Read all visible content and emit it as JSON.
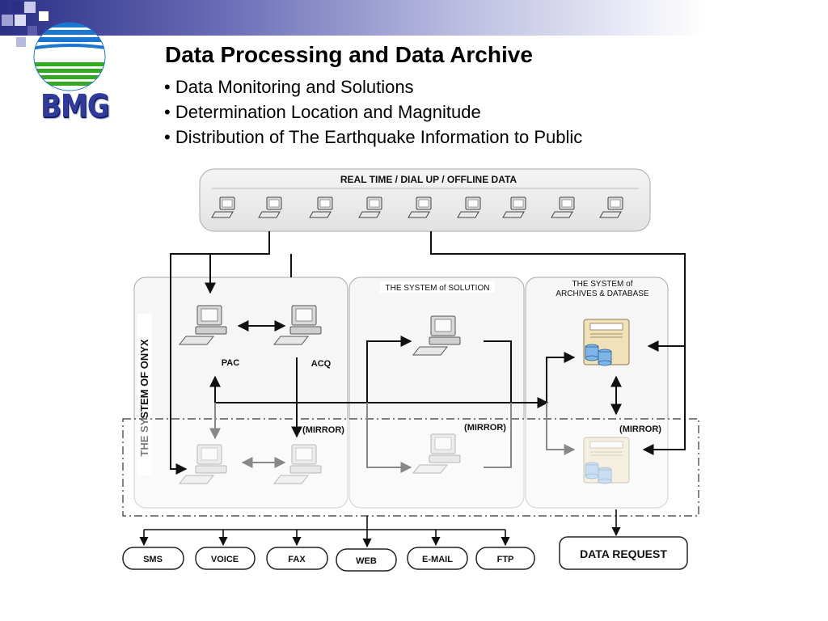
{
  "logo": {
    "text": "BMG"
  },
  "slide": {
    "title": "Data Processing and Data Archive",
    "bullets": [
      "Data Monitoring and Solutions",
      "Determination Location and Magnitude",
      "Distribution of The Earthquake Information to Public"
    ]
  },
  "diagram": {
    "realtime_label": "REAL TIME / DIAL UP / OFFLINE DATA",
    "onyx_label": "THE SYSTEM OF ONYX",
    "solution_label": "THE SYSTEM of SOLUTION",
    "archives_label_line1": "THE SYSTEM of",
    "archives_label_line2": "ARCHIVES & DATABASE",
    "pac_label": "PAC",
    "acq_label": "ACQ",
    "mirror_label": "(MIRROR)",
    "outputs": [
      "SMS",
      "VOICE",
      "FAX",
      "WEB",
      "E-MAIL",
      "FTP"
    ],
    "data_request_label": "DATA REQUEST"
  },
  "colors": {
    "brand_blue": "#2f3b9c",
    "logo_green": "#33aa22",
    "logo_blue": "#1976d2"
  }
}
